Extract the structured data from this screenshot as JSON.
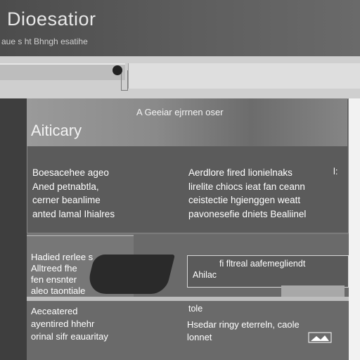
{
  "header": {
    "title": "Dioesatior",
    "subtitle": "aue s ht Bhngh esatihe"
  },
  "card": {
    "head_label": "A Geeiar ejrrnen oser",
    "title": "Aiticary",
    "left_lines": [
      "Boesacehee ageo",
      "Aned petnabtla,",
      "cerner beanlime",
      "anted lamal Ihialres"
    ],
    "right_lines": [
      "Aerdlore fired lionielnaks",
      "lirelite chiocs ieat fan ceann",
      "ceistectie hgienggen weatt",
      "pavonesefie dniets Bealiinel"
    ],
    "right_mark": "l:"
  },
  "lower": {
    "left_lines": [
      "Hadied rerlee s",
      "Alltreed fhe",
      "fen ensnter",
      "aleo taontiale"
    ],
    "notice_line_1": "fi fltreal aafemegliendt",
    "notice_line_2": "Ahilac",
    "bottom_left_lines": [
      "Aeceatered",
      "ayentired hhehr",
      "orinal sifr eauaritay"
    ],
    "bottom_right_label": "tole",
    "bottom_right_lines": [
      "Hsedar ringy eterreln, caole",
      "lonnet"
    ]
  },
  "icons": {
    "toolbar_knob": "circle-handle-icon",
    "corner": "image-icon"
  }
}
